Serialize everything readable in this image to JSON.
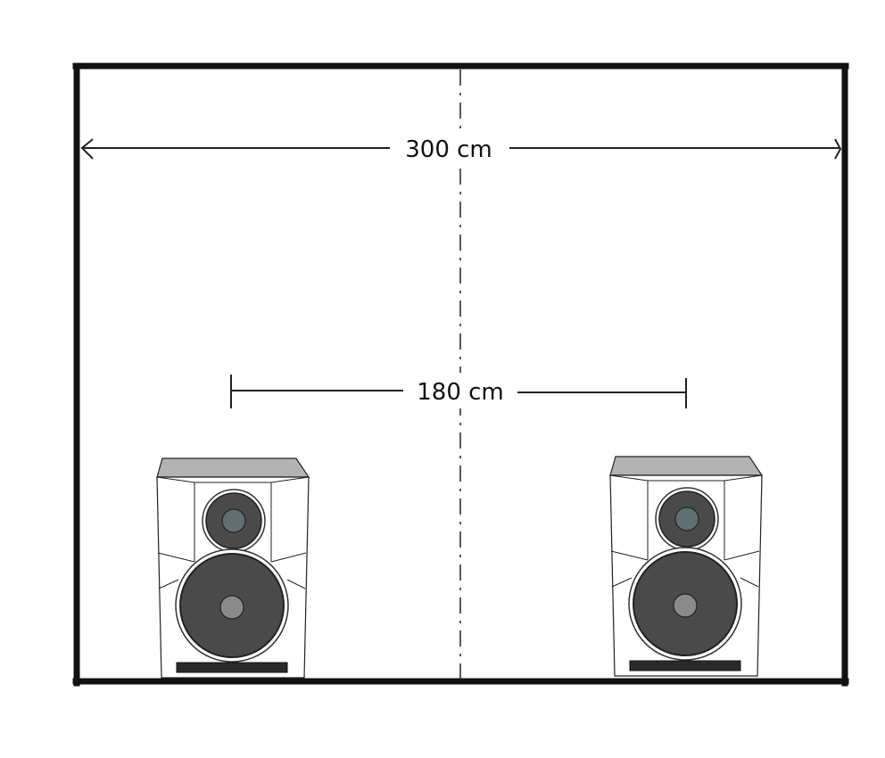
{
  "dimensions": {
    "room_width": {
      "label": "300 cm"
    },
    "speaker_spacing": {
      "label": "180 cm"
    }
  },
  "colors": {
    "wall": "#111111",
    "speaker_top": "#b3b3b3",
    "driver_dark": "#4a4a4a",
    "driver_center": "#8a8a8a",
    "tweeter_center": "#5f6f72",
    "port": "#2a2a2a"
  },
  "speakers": [
    {
      "name": "left-speaker"
    },
    {
      "name": "right-speaker"
    }
  ]
}
